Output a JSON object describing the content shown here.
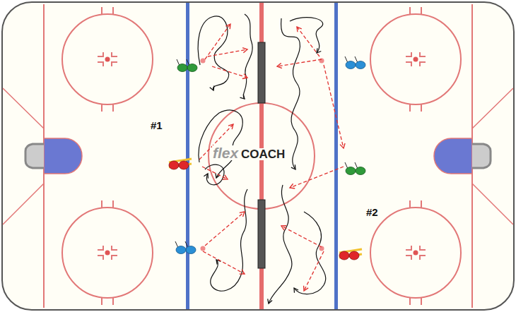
{
  "diagram": {
    "labels": [
      "#1",
      "#2",
      "flex",
      "COACH"
    ]
  }
}
